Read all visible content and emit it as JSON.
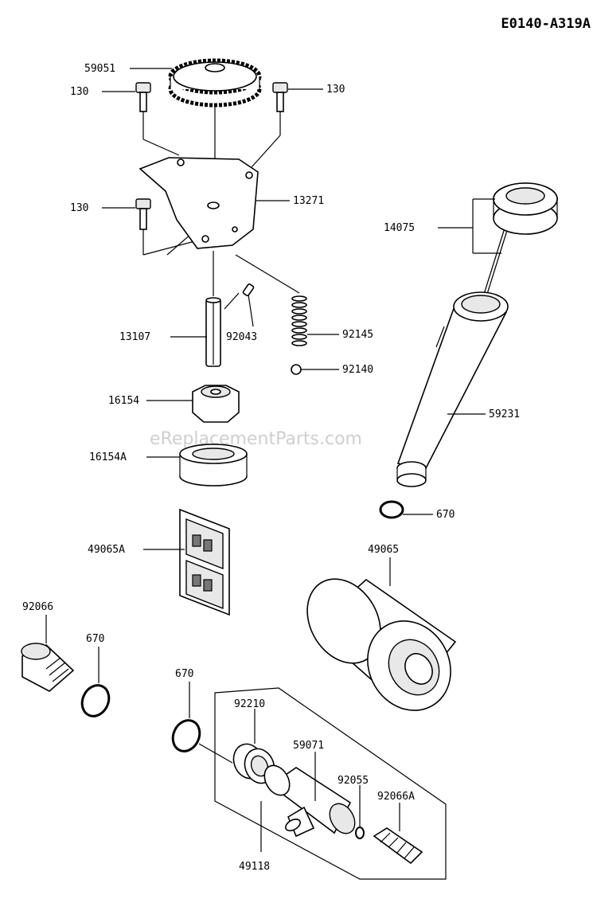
{
  "diagram_code": "E0140-A319A",
  "watermark": "eReplacementParts.com",
  "callouts": {
    "gear": "59051",
    "bolt_left": "130",
    "bolt_right": "130",
    "bolt_lower": "130",
    "plate": "13271",
    "dipstick": "14075",
    "shaft": "13107",
    "pin": "92043",
    "spring": "92145",
    "ball": "92140",
    "inner_rotor": "16154",
    "outer_rotor": "16154A",
    "tube": "59231",
    "oring_tube": "670",
    "screen": "49065A",
    "filter": "49065",
    "plug": "92066",
    "oring_plug": "670",
    "oring_fitting": "670",
    "nut": "92210",
    "fitting": "59071",
    "small_oring": "92055",
    "plug_a": "92066A",
    "assembly": "49118"
  }
}
